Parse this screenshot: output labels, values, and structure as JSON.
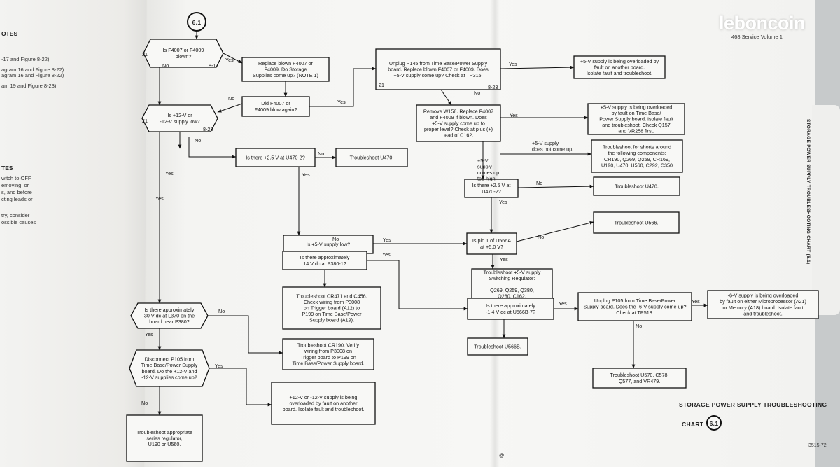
{
  "watermark": "leboncoin",
  "header": {
    "service_volume": "468 Service Volume 1"
  },
  "side_tab": {
    "text": "STORAGE POWER SUPPLY TROUBLESHOOTING CHART (6.1)"
  },
  "footer": {
    "figure_code": "3515-72",
    "stamp": "@",
    "chart_title": "STORAGE POWER SUPPLY TROUBLESHOOTING",
    "chart_label": "CHART",
    "chart_number": "6.1"
  },
  "left_page": {
    "notes_heading": "OTES",
    "refs": [
      "-17 and Figure 8-22)",
      "agram 16 and Figure 8-22)",
      "agram 16 and Figure 8-22)",
      "am 19 and Figure 8-23)"
    ],
    "tes_heading": "TES",
    "tes_lines": [
      "witch to OFF",
      "emoving, or",
      "s, and before",
      "cting leads or"
    ],
    "tail_lines": [
      "try, consider",
      "ossible causes"
    ]
  },
  "chart": {
    "start_label": "6.1",
    "nodes": {
      "q_f4007": [
        "Is F4007 or F4009",
        "blown?"
      ],
      "replace_f4007": [
        "Replace blown F4007 or",
        "F4009. Do Storage",
        "Supplies come up? (NOTE 1)"
      ],
      "unplug_p145": [
        "Unplug P145 from Time Base/Power Supply",
        "board. Replace blown F4007 or F4009. Does",
        "+5-V supply come up? Check at TP315."
      ],
      "overload_5v_a": [
        "+5-V supply is being overloaded by",
        "fault on another board.",
        "Isolate fault and troubleshoot."
      ],
      "did_blow": [
        "Did F4007 or",
        "F4009 blow again?"
      ],
      "q_12v": [
        "Is +12-V or",
        "-12-V supply low?"
      ],
      "remove_w158": [
        "Remove W158. Replace F4007",
        "and F4009 if blown. Does",
        "+5-V supply come up to",
        "proper level? Check at plus (+)",
        "lead of C162."
      ],
      "overload_5v_b": [
        "+5-V supply is being overloaded",
        "by fault on Time Base/",
        "Power Supply board. Isolate fault",
        "and troubleshoot. Check Q157",
        "and VR258 first."
      ],
      "shorts": [
        "Troubleshoot for shorts around",
        "the following components:",
        "CR190, Q269, Q259, CR169,",
        "U190, U470, U560, C292, C350"
      ],
      "q_25v_a": [
        "Is there +2.5 V at U470-2?"
      ],
      "ts_u470_a": [
        "Troubleshoot U470."
      ],
      "q_25v_b": [
        "Is there +2.5 V at",
        "U470-2?"
      ],
      "ts_u470_b": [
        "Troubleshoot U470."
      ],
      "q_5v_low": [
        "Is +5-V supply low?"
      ],
      "q_pin1": [
        "Is pin 1 of U566A",
        "at +5.0 V?"
      ],
      "ts_u566": [
        "Troubleshoot U566."
      ],
      "q_14v": [
        "Is there approximately",
        "14 V dc at P380-1?"
      ],
      "ts_switching": [
        "Troubleshoot +5-V supply",
        "Switching Regulator:",
        "",
        "Q269, Q259, Q380,",
        "Q280, C162."
      ],
      "ts_cr471": [
        "Troubleshoot CR471 and C456.",
        "Check wiring from P3008",
        "on Trigger board (A12) to",
        "P199 on Time Base/Power",
        "Supply board (A19)."
      ],
      "q_14v_u566": [
        "Is there approximately",
        "-1.4 V dc at U566B-7?"
      ],
      "unplug_p105": [
        "Unplug P105 from Time Base/Power",
        "Supply board. Does the -6-V supply come up?",
        "Check at TP518."
      ],
      "overload_6v": [
        "-6-V supply is being overloaded",
        "by fault on either Microprocessor (A21)",
        "or Memory (A18) board. Isolate fault",
        "and troubleshoot."
      ],
      "q_30v": [
        "Is there approximately",
        "30 V dc at L370 on the",
        "board near P380?"
      ],
      "ts_u566b": [
        "Troubleshoot U566B."
      ],
      "ts_cr190": [
        "Troubleshoot CR190. Verify",
        "wiring from P3008 on",
        "Trigger board to P199 on",
        "Time Base/Power Supply board."
      ],
      "disconnect_p105": [
        "Disconnect P105 from",
        "Time Base/Power Supply",
        "board. Do the +12-V and",
        "-12-V supplies come up?"
      ],
      "ts_u570": [
        "Troubleshoot U570, C578,",
        "Q577, and VR479."
      ],
      "overload_12v": [
        "+12-V or -12-V supply is being",
        "overloaded by fault on another",
        "board. Isolate fault and troubleshoot."
      ],
      "ts_regulator": [
        "Troubleshoot appropriate",
        "series regulator,",
        "U190 or U560."
      ]
    },
    "edge_labels": {
      "yes": "Yes",
      "no": "No",
      "ref_817": "8-17",
      "ref_823a": "8-23",
      "ref_823b": "8-23",
      "ref_21a": "21",
      "ref_21b": "21",
      "ref_21c": "21",
      "plus5_no": [
        "+5-V supply",
        "does not come up."
      ],
      "plus5_high": [
        "+5-V",
        "supply",
        "comes up",
        "too high"
      ]
    }
  }
}
